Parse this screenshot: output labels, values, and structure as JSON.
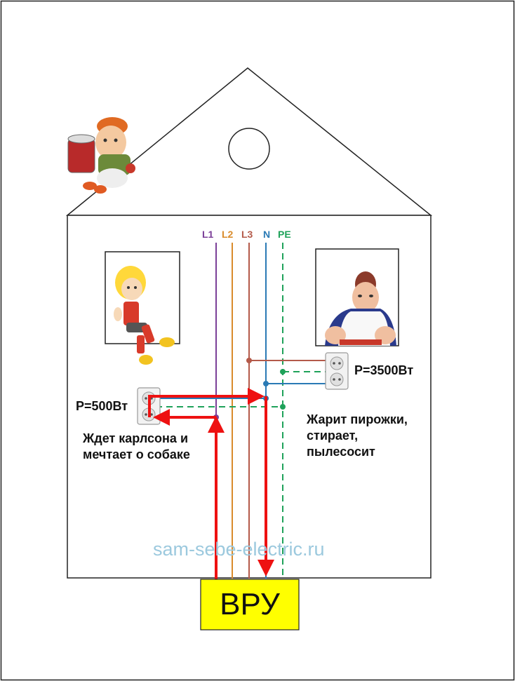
{
  "wires": {
    "l1": {
      "label": "L1",
      "color": "#7b3f98"
    },
    "l2": {
      "label": "L2",
      "color": "#d98b2b"
    },
    "l3": {
      "label": "L3",
      "color": "#b45a4a"
    },
    "n": {
      "label": "N",
      "color": "#2a7ab5"
    },
    "pe": {
      "label": "PE",
      "color": "#1fa25a"
    }
  },
  "current_color": "#ee1111",
  "panel": {
    "label": "ВРУ",
    "color": "#ffff00"
  },
  "left_room": {
    "power": "P=500Вт",
    "caption_line1": "Ждет карлсона и",
    "caption_line2": "мечтает о собаке"
  },
  "right_room": {
    "power": "P=3500Вт",
    "caption_line1": "Жарит пирожки,",
    "caption_line2": "стирает,",
    "caption_line3": "пылесосит"
  },
  "watermark": "sam-sebe-electric.ru",
  "icons": {
    "carlson": "carlson-icon",
    "kid": "kid-icon",
    "housekeeper": "housekeeper-icon",
    "socket": "socket-icon"
  }
}
